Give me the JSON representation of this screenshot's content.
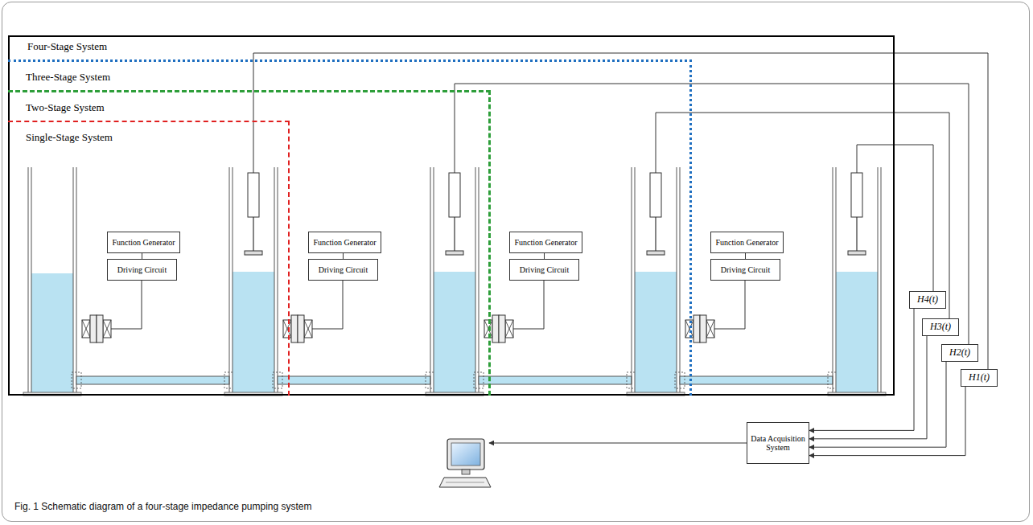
{
  "diagram": {
    "caption": "Fig. 1 Schematic diagram of a four-stage impedance pumping system",
    "nodes": [
      {
        "text": [
          "Four-Stage System"
        ]
      },
      {
        "text": [
          "Three-Stage System"
        ],
        "in": 0
      },
      {
        "text": [
          "Two-Stage System"
        ],
        "in": 1
      },
      {
        "text": [
          "Single-Stage System"
        ],
        "in": 2
      },
      {
        "text": [
          "Function Generator"
        ],
        "in": 3
      },
      {
        "text": [
          "Driving Circuit"
        ],
        "in": 3
      },
      {
        "text": [
          "Function Generator"
        ],
        "in": 2
      },
      {
        "text": [
          "Driving Circuit"
        ],
        "in": 2
      },
      {
        "text": [
          "Function Generator"
        ],
        "in": 1
      },
      {
        "text": [
          "Driving Circuit"
        ],
        "in": 1
      },
      {
        "text": [
          "Function Generator"
        ],
        "in": 0
      },
      {
        "text": [
          "Driving Circuit"
        ],
        "in": 0
      },
      {
        "text": [
          "H4(t)"
        ]
      },
      {
        "text": [
          "H3(t)"
        ]
      },
      {
        "text": [
          "H2(t)"
        ]
      },
      {
        "text": [
          "H1(t)"
        ]
      },
      {
        "text": [
          "Data Acquisition System"
        ]
      }
    ],
    "edges": [
      {
        "from": 4,
        "to": 5,
        "arrow": "none"
      },
      {
        "from": 6,
        "to": 7,
        "arrow": "none"
      },
      {
        "from": 8,
        "to": 9,
        "arrow": "none"
      },
      {
        "from": 10,
        "to": 11,
        "arrow": "none"
      },
      {
        "from": 12,
        "to": 16,
        "arrow": "to"
      },
      {
        "from": 13,
        "to": 16,
        "arrow": "to"
      },
      {
        "from": 14,
        "to": 16,
        "arrow": "to"
      },
      {
        "from": 15,
        "to": 16,
        "arrow": "to"
      }
    ]
  }
}
